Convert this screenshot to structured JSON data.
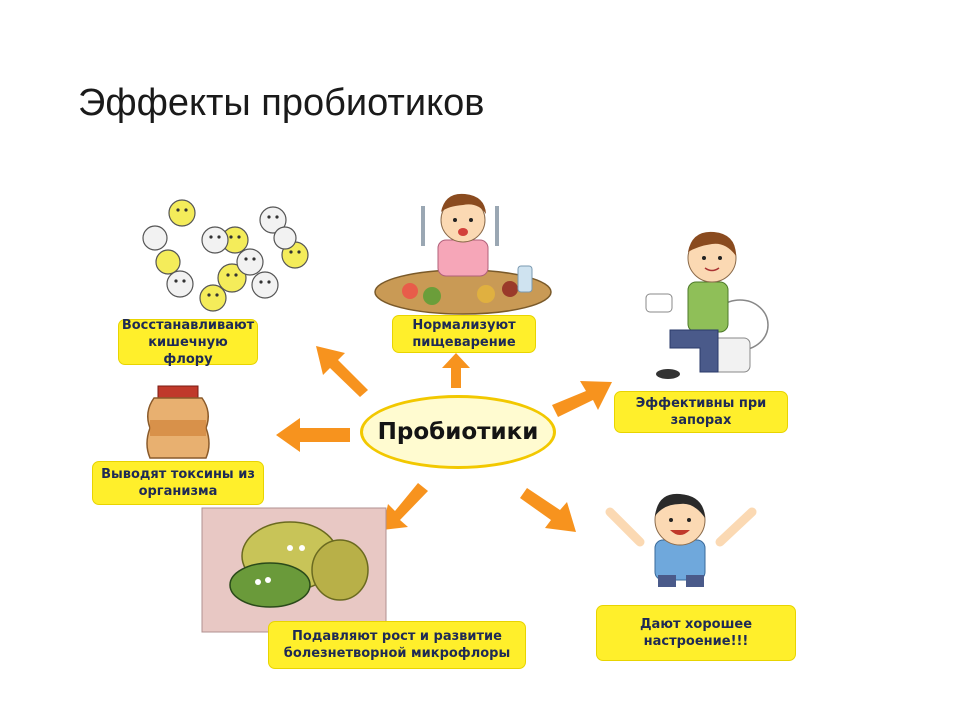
{
  "title": "Эффекты пробиотиков",
  "center": {
    "label": "Пробиотики"
  },
  "effects": [
    {
      "id": "flora",
      "text": "Восстанавливают\nкишечную флору"
    },
    {
      "id": "digestion",
      "text": "Нормализуют\nпищеварение"
    },
    {
      "id": "constipation",
      "text": "Эффективны при\nзапорах"
    },
    {
      "id": "toxins",
      "text": "Выводят токсины из\nорганизма"
    },
    {
      "id": "mood",
      "text": "Дают хорошее\nнастроение!!!"
    },
    {
      "id": "pathogens",
      "text": "Подавляют рост и развитие\nболезнетворной микрофлоры"
    }
  ],
  "colors": {
    "label_bg": "#ffef2b",
    "arrow": "#f7931e",
    "center_border": "#f2c800",
    "center_fill": "#fffbd0"
  }
}
